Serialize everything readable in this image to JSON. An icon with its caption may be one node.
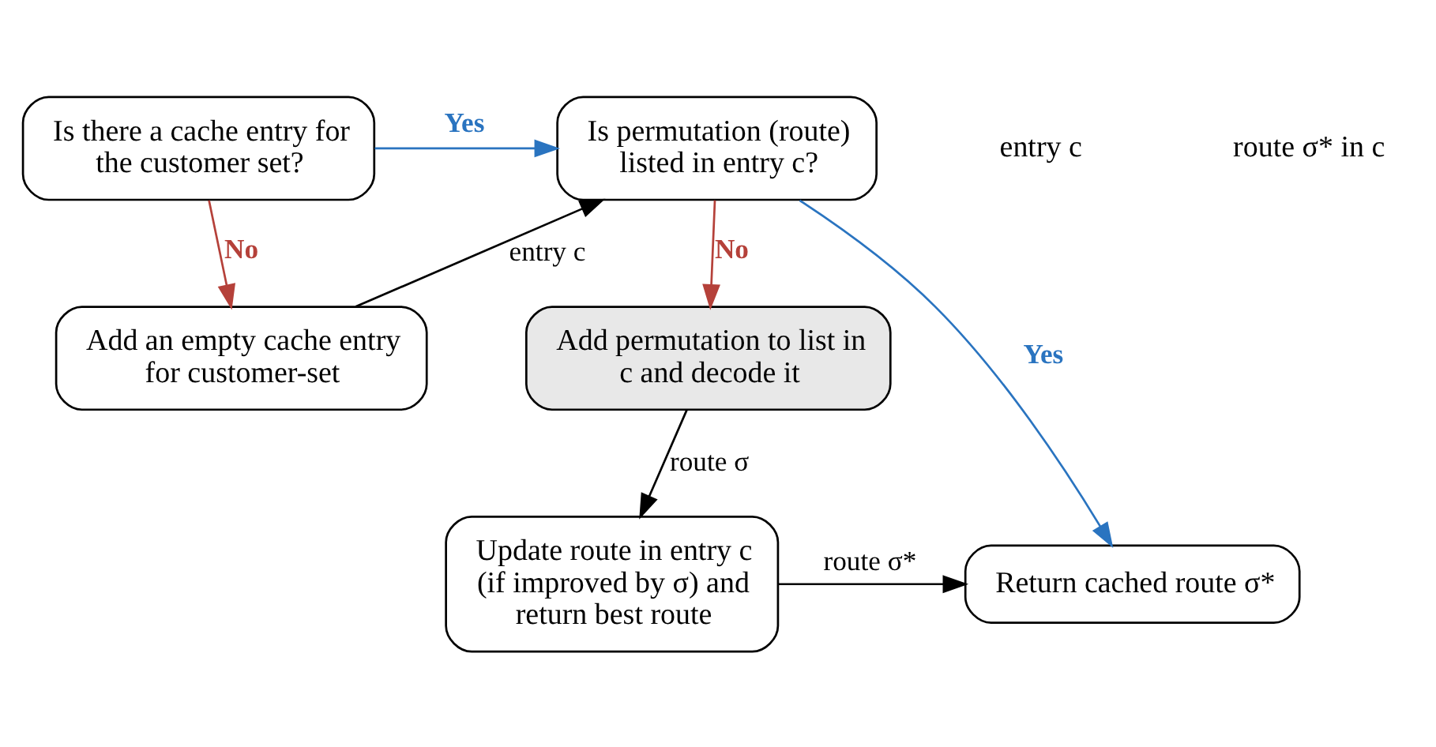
{
  "diagram": {
    "nodes": [
      {
        "text": [
          "Is there a cache entry for the customer set?"
        ]
      },
      {
        "text": [
          "Add an empty cache entry for customer-set"
        ]
      },
      {
        "text": [
          "Is permutation (route) listed in entry c?"
        ]
      },
      {
        "text": [
          "Add permutation to list in c and decode it"
        ]
      },
      {
        "text": [
          "Update route in entry c (if improved by σ) and return best route"
        ]
      },
      {
        "text": [
          "Return cached route σ*"
        ]
      }
    ],
    "edges": [
      {
        "from": 0,
        "to": 2,
        "arrow": "to",
        "label": "Yes",
        "color": "#2a74c0"
      },
      {
        "from": 0,
        "to": 1,
        "arrow": "to",
        "label": "No",
        "color": "#b5413a"
      },
      {
        "from": 1,
        "to": 2,
        "arrow": "to",
        "label": "entry c"
      },
      {
        "from": 2,
        "to": 5,
        "arrow": "to",
        "label": "Yes",
        "color": "#2a74c0"
      },
      {
        "from": 2,
        "to": 3,
        "arrow": "to",
        "label": "No",
        "color": "#b5413a"
      },
      {
        "from": 3,
        "to": 4,
        "arrow": "to",
        "label": "route σ"
      },
      {
        "from": 4,
        "to": 5,
        "arrow": "to",
        "label": "route σ*"
      }
    ],
    "labels": [
      "entry c",
      "route σ* in c"
    ]
  }
}
